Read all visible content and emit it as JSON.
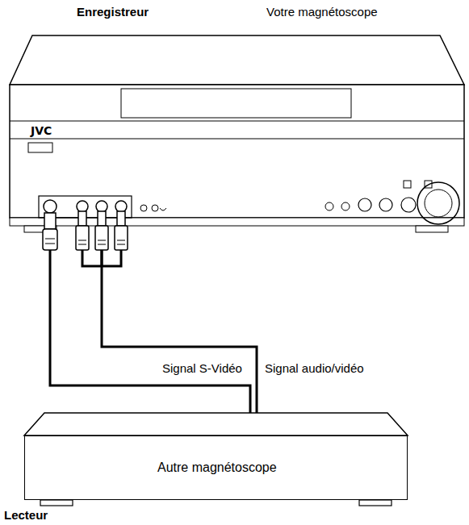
{
  "diagram": {
    "nodes": [
      {
        "text": [
          "Enregistreur",
          "Votre magnétoscope",
          "JVC"
        ]
      },
      {
        "text": [
          "Autre magnétoscope",
          "Lecteur"
        ]
      }
    ],
    "edges": [
      {
        "from": 1,
        "to": 0,
        "arrow": "none",
        "label": "Signal S-Vidéo"
      },
      {
        "from": 1,
        "to": 0,
        "arrow": "none",
        "label": "Signal audio/vidéo"
      }
    ]
  }
}
